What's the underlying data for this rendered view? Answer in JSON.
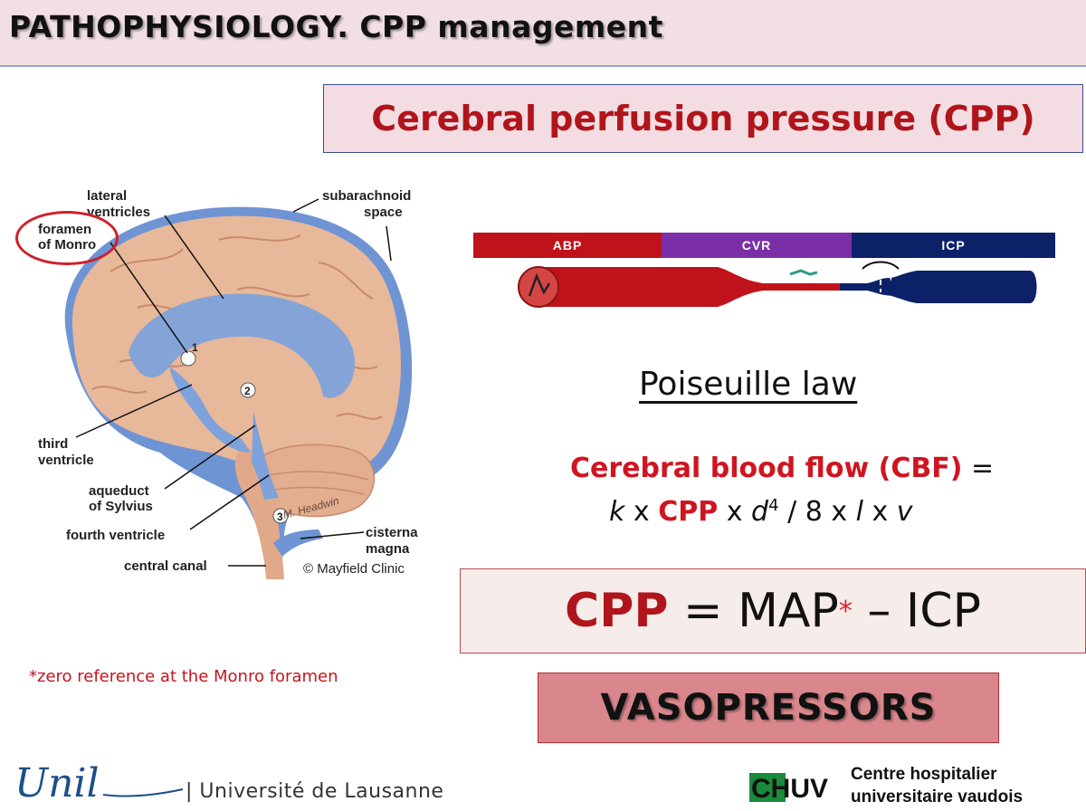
{
  "header": {
    "title": "PATHOPHYSIOLOGY. CPP management"
  },
  "cpp_box": {
    "title": "Cerebral perfusion pressure (CPP)"
  },
  "brain": {
    "labels": {
      "lateral_ventricles_1": "lateral",
      "lateral_ventricles_2": "ventricles",
      "foramen_1": "foramen",
      "foramen_2": "of Monro",
      "subarachnoid_1": "subarachnoid",
      "subarachnoid_2": "space",
      "third_1": "third",
      "third_2": "ventricle",
      "aqueduct_1": "aqueduct",
      "aqueduct_2": "of Sylvius",
      "fourth": "fourth ventricle",
      "cisterna_1": "cisterna",
      "cisterna_2": "magna",
      "central_canal": "central canal",
      "copyright": "© Mayfield Clinic"
    },
    "numbers": [
      "1",
      "2",
      "3"
    ],
    "signature": "M. Headwin"
  },
  "vessel": {
    "segments": [
      {
        "label": "ABP",
        "color": "#c0121b"
      },
      {
        "label": "CVR",
        "color": "#7b2fa6"
      },
      {
        "label": "ICP",
        "color": "#0c2168"
      }
    ]
  },
  "poiseuille": {
    "title": "Poiseuille law"
  },
  "formula": {
    "cbf_label": "Cerebral blood flow (CBF)",
    "equals": " =",
    "k": "k",
    "times1": " x ",
    "cpp": "CPP",
    "times2": " x ",
    "d": "d",
    "d_exp": "4",
    "rest1": " / 8 x ",
    "l": "l",
    "times3": " x ",
    "v": "v"
  },
  "map_equation": {
    "cpp": "CPP",
    "eq": " = MAP",
    "star": "*",
    "minus": " – ICP"
  },
  "note": "*zero reference at the Monro foramen",
  "vasopressors": "VASOPRESSORS",
  "footer": {
    "unil_logo": "Unil",
    "unil_text": "| Université de Lausanne",
    "chuv_logo": "CHUV",
    "chuv_text_1": "Centre hospitalier",
    "chuv_text_2": "universitaire vaudois"
  },
  "colors": {
    "accent_red": "#b0151b",
    "header_bg": "#f1dfe3",
    "vaso_bg": "#d9878c"
  }
}
